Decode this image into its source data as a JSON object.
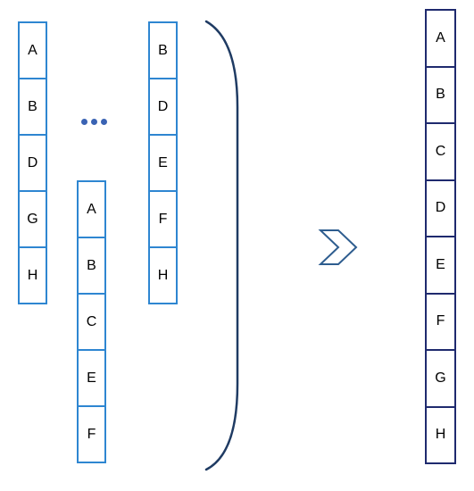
{
  "columns": [
    {
      "cells": [
        "A",
        "B",
        "D",
        "G",
        "H"
      ]
    },
    {
      "cells": [
        "A",
        "B",
        "C",
        "E",
        "F"
      ]
    },
    {
      "cells": [
        "B",
        "D",
        "E",
        "F",
        "H"
      ]
    }
  ],
  "result": {
    "cells": [
      "A",
      "B",
      "C",
      "D",
      "E",
      "F",
      "G",
      "H"
    ]
  },
  "colors": {
    "input_border": "#2e86d1",
    "result_border": "#1f2a6e",
    "bracket": "#1f3b63",
    "arrow": "#2e5d8f",
    "dots": "#3a63b3"
  },
  "icons": {
    "ellipsis": "ellipsis-icon",
    "arrow": "chevron-right-icon",
    "bracket": "right-parenthesis-bracket"
  }
}
